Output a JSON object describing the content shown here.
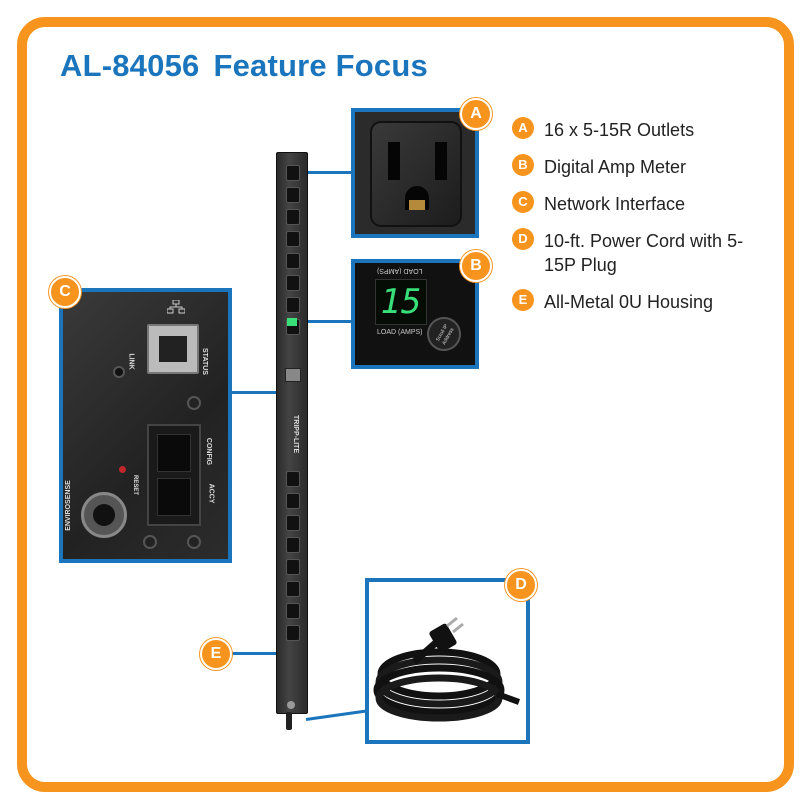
{
  "title": {
    "model": "AL-84056",
    "subtitle": "Feature Focus"
  },
  "features": [
    {
      "letter": "A",
      "label": "16 x 5-15R Outlets"
    },
    {
      "letter": "B",
      "label": "Digital Amp Meter"
    },
    {
      "letter": "C",
      "label": "Network Interface"
    },
    {
      "letter": "D",
      "label": "10-ft. Power Cord with 5-15P Plug"
    },
    {
      "letter": "E",
      "label": "All-Metal 0U Housing"
    }
  ],
  "meter": {
    "reading": "15",
    "label_top": "LOAD (AMPS)",
    "label_bottom": "LOAD (AMPS)",
    "button": "Scroll IP Address"
  },
  "network": {
    "link": "LINK",
    "status": "STATUS",
    "config": "CONFIG",
    "accy": "ACCY",
    "reset": "RESET",
    "envirosense": "ENVIROSENSE"
  },
  "pdu_brand": "TRIPP-LITE",
  "colors": {
    "accent": "#f7941d",
    "brand_blue": "#1b75bc",
    "meter_green": "#39e07a"
  }
}
